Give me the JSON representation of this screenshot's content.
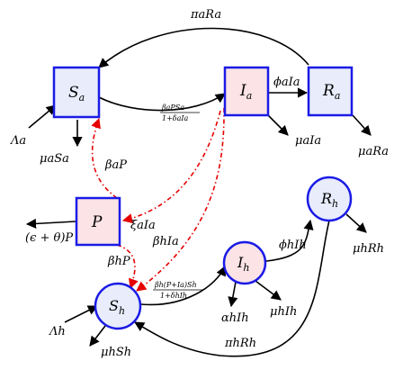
{
  "nodes": {
    "Sa": {
      "base": "S",
      "sub": "a"
    },
    "Ia": {
      "base": "I",
      "sub": "a"
    },
    "Ra": {
      "base": "R",
      "sub": "a"
    },
    "P": {
      "base": "P",
      "sub": ""
    },
    "Sh": {
      "base": "S",
      "sub": "h"
    },
    "Ih": {
      "base": "I",
      "sub": "h"
    },
    "Rh": {
      "base": "R",
      "sub": "h"
    }
  },
  "edges": {
    "pi_a_Ra": "πaRa",
    "Lambda_a": "Λa",
    "mu_a_Sa": "μaSa",
    "beta_a_frac_num": "βaPSa",
    "beta_a_frac_den": "1+δaIa",
    "phi_a_Ia": "ϕaIa",
    "mu_a_Ia": "μaIa",
    "mu_a_Ra": "μaRa",
    "beta_a_P": "βaP",
    "xi_a_Ia": "ξaIa",
    "eps_theta_P": "(ϵ + θ)P",
    "beta_h_Ia": "βhIa",
    "beta_h_P": "βhP",
    "beta_h_frac_num": "βh(P+Ia)Sh",
    "beta_h_frac_den": "1+δhIh",
    "phi_h_Ih": "ϕhIh",
    "mu_h_Rh": "μhRh",
    "alpha_h_Ih": "αhIh",
    "mu_h_Ih": "μhIh",
    "Lambda_h": "Λh",
    "mu_h_Sh": "μhSh",
    "pi_h_Rh": "πhRh"
  },
  "colors": {
    "box_border": "#1a1ae6",
    "box_fill_blue": "#e8ecfb",
    "box_fill_pink": "#fbe3e6",
    "arrow": "#000000",
    "dashed_arrow": "#e60000"
  }
}
